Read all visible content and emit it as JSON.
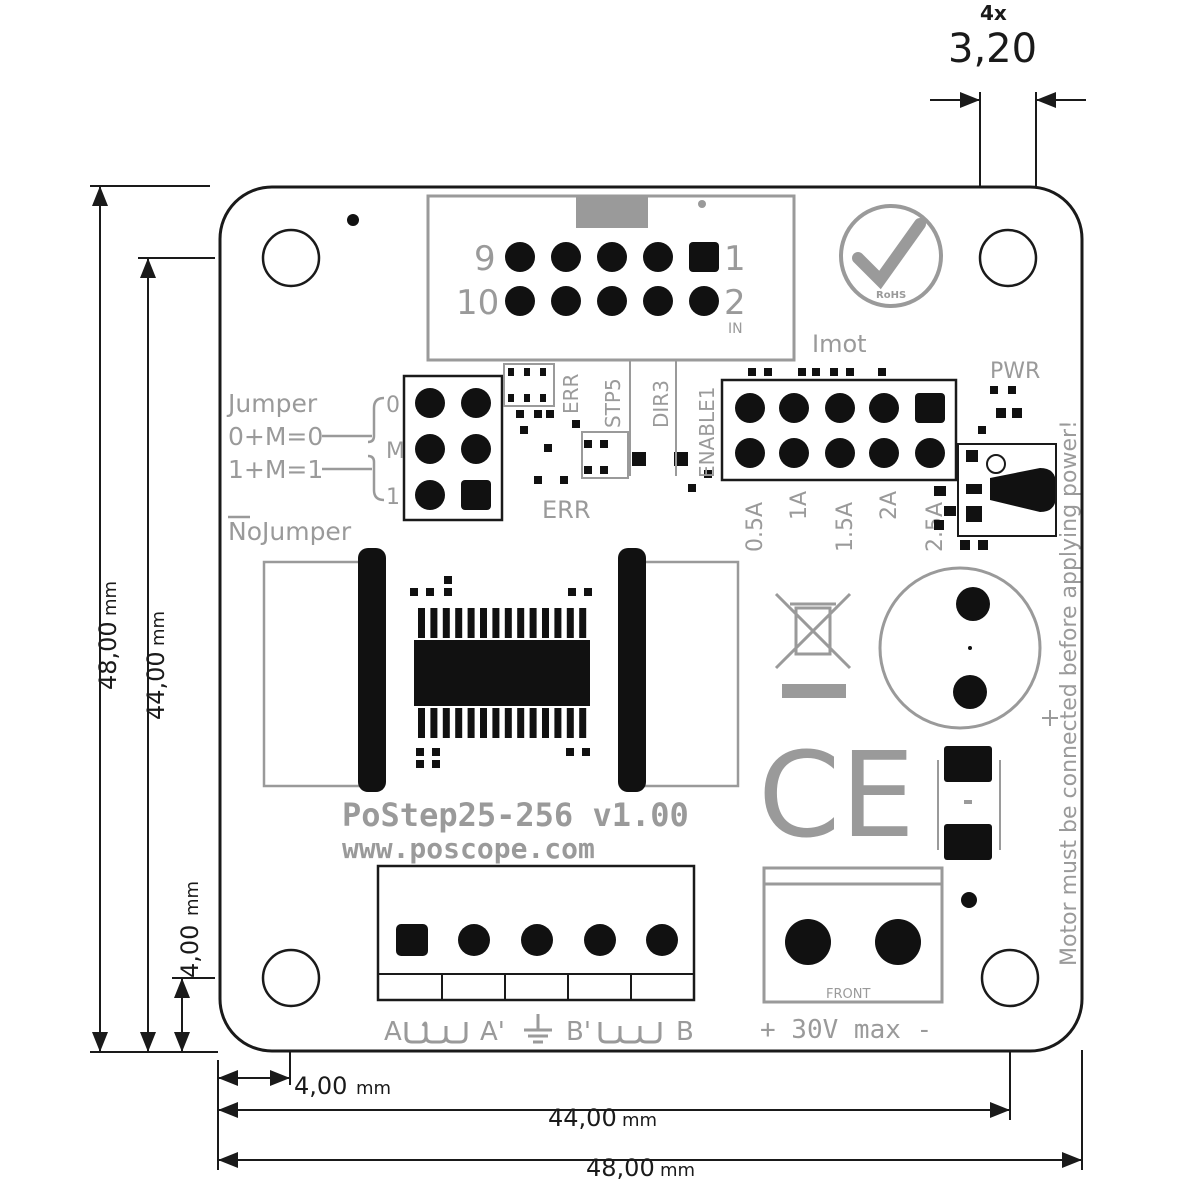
{
  "dimensions": {
    "hole_count": "4x",
    "hole_diameter": "3,20",
    "width_total": "48,00",
    "width_holes": "44,00",
    "width_offset": "4,00",
    "height_total": "48,00",
    "height_holes": "44,00",
    "height_offset": "4,00",
    "unit": "mm"
  },
  "board": {
    "idc_pins_left": "9",
    "idc_pins_left_bottom": "10",
    "idc_pins_right": "1",
    "idc_pins_right_bottom": "2",
    "idc_in_label": "IN",
    "rohs_label": "RoHS",
    "jumper_title": "Jumper",
    "jumper_line_1": "0+M=0",
    "jumper_line_2": "1+M=1",
    "jumper_pin_0": "0",
    "jumper_pin_m": "M",
    "jumper_pin_1": "1",
    "nojumper_label": "NoJumper",
    "err_label_top": "ERR",
    "stp_label": "STP5",
    "dir_label": "DIR3",
    "enable_label": "ENABLE1",
    "err_label_bottom": "ERR",
    "imot_label": "Imot",
    "pwr_label": "PWR",
    "current_labels": [
      "0.5A",
      "1A",
      "1.5A",
      "2A",
      "2.5A"
    ],
    "warning_text": "Motor must be connected before applying power!",
    "product_name": "PoStep25-256  v1.00",
    "website": "www.poscope.com",
    "motor_terminal_labels": [
      "A",
      "A'",
      "B'",
      "B"
    ],
    "power_label": "+ 30V max -",
    "front_label": "FRONT",
    "ce_mark": "CE"
  },
  "colors": {
    "outline": "#1a1a1a",
    "silk": "#9a9a9a",
    "pad": "#111111"
  }
}
